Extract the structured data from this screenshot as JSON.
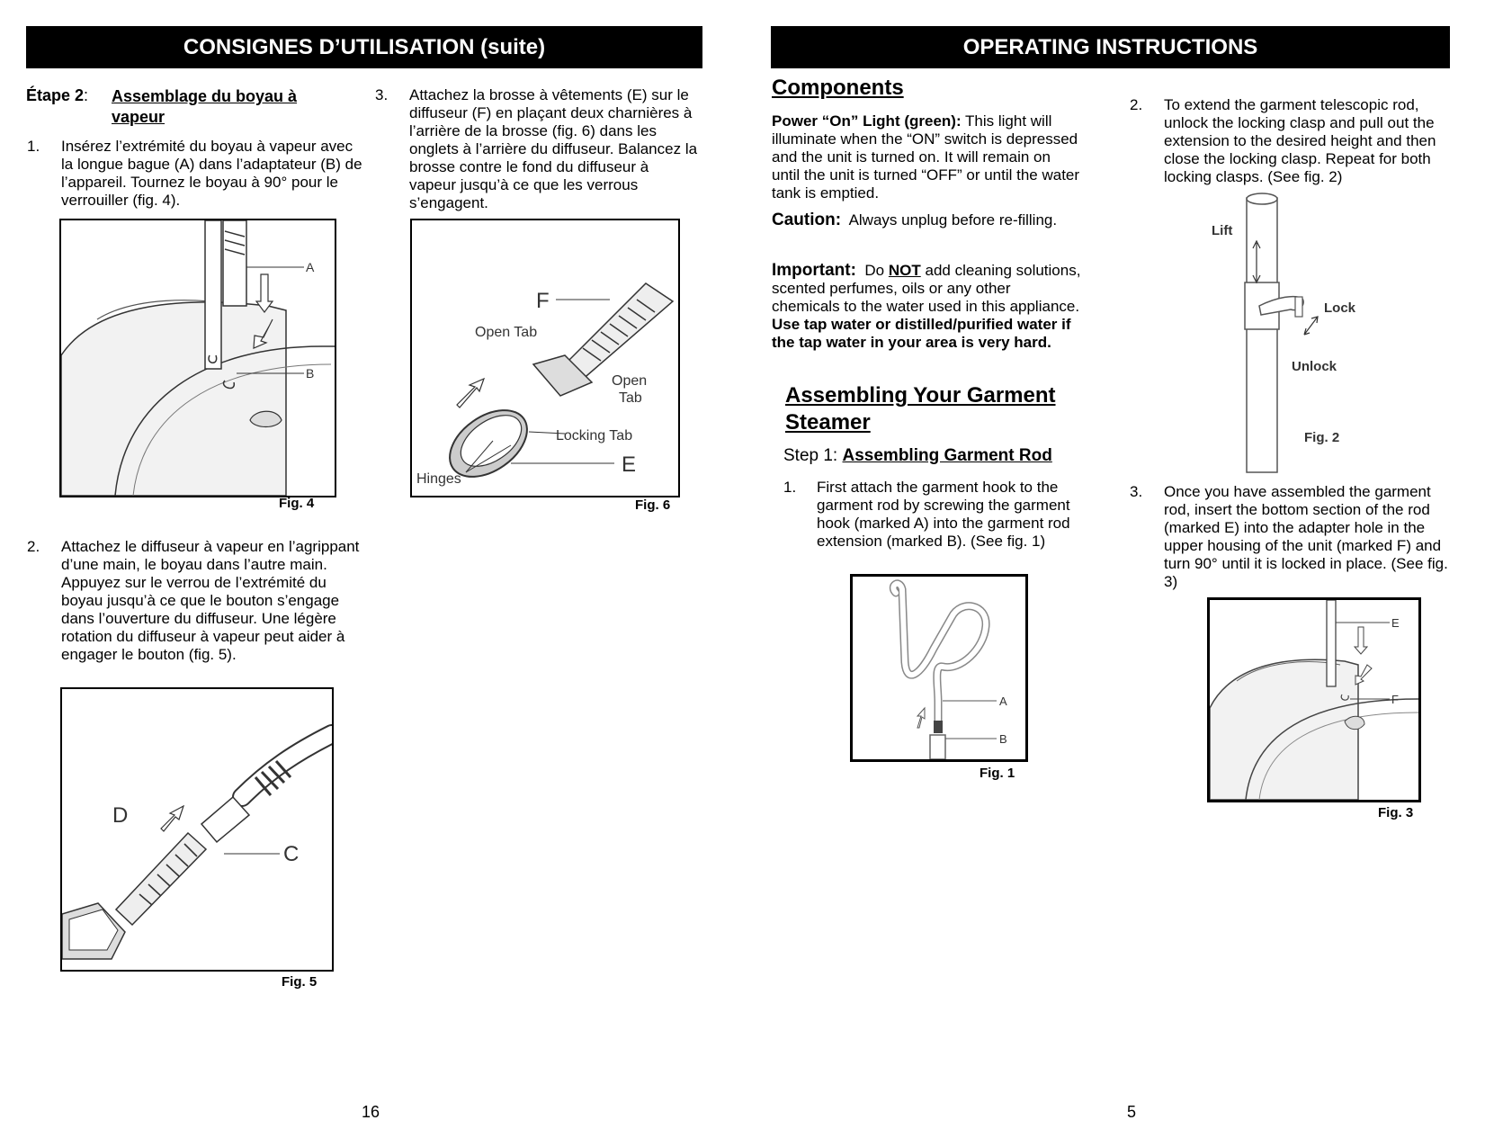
{
  "left": {
    "header": "CONSIGNES D’UTILISATION (suite)",
    "step_label": "Étape 2",
    "step_colon": ":",
    "step_title": "Assemblage du boyau à vapeur",
    "items": [
      {
        "n": "1.",
        "text": "Insérez l’extrémité du boyau à vapeur avec la longue bague (A) dans l’adaptateur (B) de l’appareil. Tournez le boyau à 90° pour le verrouiller (fig. 4)."
      },
      {
        "n": "2.",
        "text": "Attachez le diffuseur à vapeur en l’agrippant d’une main, le boyau dans l’autre main. Appuyez sur le verrou de l’extrémité du boyau jusqu’à ce que le bouton s’engage dans l’ouverture du diffuseur. Une légère rotation du diffuseur à vapeur peut aider à engager le bouton (fig. 5)."
      },
      {
        "n": "3.",
        "text": "Attachez la brosse à vêtements (E) sur le diffuseur (F) en plaçant deux charnières à l’arrière de la brosse (fig. 6) dans les onglets à l’arrière du diffuseur. Balancez la brosse contre le fond du diffuseur à vapeur jusqu’à ce que les verrous s’engagent."
      }
    ],
    "fig4": {
      "caption": "Fig. 4",
      "label_a": "A",
      "label_b": "B"
    },
    "fig5": {
      "caption": "Fig. 5",
      "label_c": "C",
      "label_d": "D"
    },
    "fig6": {
      "caption": "Fig. 6",
      "label_f": "F",
      "label_e": "E",
      "open_tab": "Open Tab",
      "open_tab2_line1": "Open",
      "open_tab2_line2": "Tab",
      "locking_tab": "Locking Tab",
      "hinges": "Hinges"
    },
    "page_number": "16"
  },
  "right": {
    "header": "OPERATING INSTRUCTIONS",
    "components_title": "Components",
    "power_label": "Power “On” Light (green):",
    "power_text": "This light will illuminate when the “ON” switch is depressed and the unit is turned on. It will remain on until the unit is turned “OFF” or until the water tank is emptied.",
    "caution_label": "Caution:",
    "caution_text": "Always unplug before re-filling.",
    "important_label": "Important:",
    "important_pre": "Do",
    "important_not": "NOT",
    "important_text": "add cleaning solutions, scented perfumes, oils or any other chemicals to the water used in this appliance.",
    "important_bold": "Use tap water or distilled/purified water if the tap water in your area is very hard.",
    "assembling_title_line1": "Assembling Your Garment",
    "assembling_title_line2": "Steamer",
    "step1_prefix": "Step 1:",
    "step1_title": "Assembling Garment Rod",
    "items": [
      {
        "n": "1.",
        "text": "First attach the garment hook to the garment rod by screwing the garment hook (marked A) into  the garment rod extension (marked B). (See fig. 1)"
      },
      {
        "n": "2.",
        "text": "To extend the garment telescopic rod, unlock the locking clasp and pull out the extension to the desired height and then close the locking clasp.  Repeat for both locking clasps. (See fig. 2)"
      },
      {
        "n": "3.",
        "text": "Once you have assembled the garment rod, insert the bottom section of the rod (marked E) into the adapter hole in the upper housing of the unit (marked F) and turn 90° until it is locked in place. (See fig. 3)"
      }
    ],
    "fig1": {
      "caption": "Fig. 1",
      "label_a": "A",
      "label_b": "B"
    },
    "fig2": {
      "caption": "Fig. 2",
      "lift": "Lift",
      "lock": "Lock",
      "unlock": "Unlock"
    },
    "fig3": {
      "caption": "Fig. 3",
      "label_e": "E",
      "label_f": "F"
    },
    "page_number": "5"
  }
}
